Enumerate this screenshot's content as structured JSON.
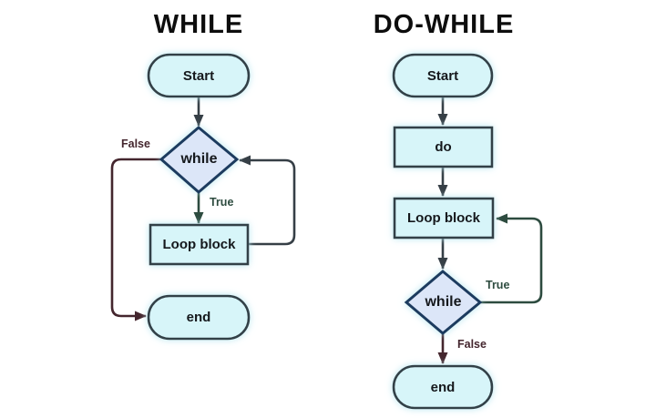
{
  "charts": [
    {
      "title": "WHILE",
      "nodes": {
        "start": "Start",
        "condition": "while",
        "loop": "Loop block",
        "end": "end"
      },
      "branch_labels": {
        "false": "False",
        "true": "True"
      }
    },
    {
      "title": "DO-WHILE",
      "nodes": {
        "start": "Start",
        "do": "do",
        "loop": "Loop block",
        "condition": "while",
        "end": "end"
      },
      "branch_labels": {
        "true": "True",
        "false": "False"
      }
    }
  ],
  "colors": {
    "background": "#ffffff",
    "node_fill": "#d7f5f9",
    "decision_fill": "#dce6f8",
    "node_border": "#323f47",
    "decision_border": "#1d3b5e",
    "connector": "#363f46",
    "true_branch": "#2d4b3f",
    "false_branch": "#44262e",
    "glow": "#b5e6f0",
    "text": "#15181c"
  }
}
